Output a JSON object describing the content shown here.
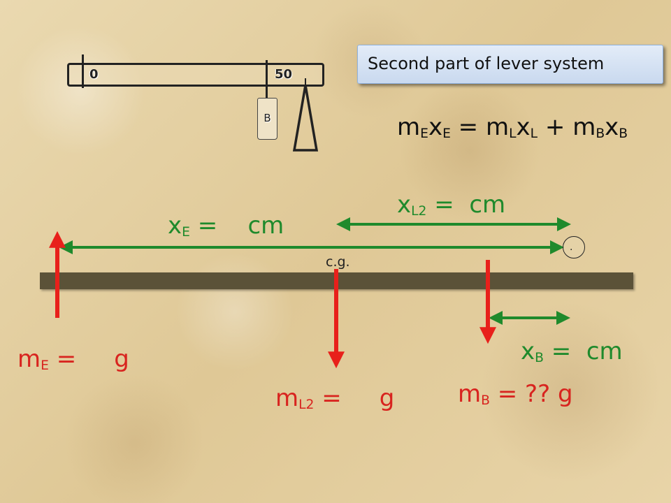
{
  "title": "Second part of lever system",
  "equation": {
    "me": "m",
    "me_sub": "E",
    "xe": "x",
    "xe_sub": "E",
    "eq": " = ",
    "ml": "m",
    "ml_sub": "L",
    "xl": "x",
    "xl_sub": "L",
    "plus": " + ",
    "mb": "m",
    "mb_sub": "B",
    "xb": "x",
    "xb_sub": "B"
  },
  "ruler": {
    "left_mark": "0",
    "right_mark": "50",
    "weight_label": "B"
  },
  "labels": {
    "xE": {
      "sym": "x",
      "sub": "E",
      "rest": " =    cm"
    },
    "xL2": {
      "sym": "x",
      "sub": "L2",
      "rest": " =  cm"
    },
    "xB": {
      "sym": "x",
      "sub": "B",
      "rest": " =  cm"
    },
    "mE": {
      "sym": "m",
      "sub": "E",
      "rest": " =     g"
    },
    "mL2": {
      "sym": "m",
      "sub": "L2",
      "rest": " =     g"
    },
    "mB": {
      "sym": "m",
      "sub": "B",
      "rest": " = ?? g"
    },
    "cg": "c.g.",
    "pivot_mark": "."
  },
  "colors": {
    "distance_arrow": "#1f8a2c",
    "force_arrow": "#e8201b",
    "beam": "#5b5238",
    "title_box": "#d2e0f3"
  },
  "icons": {
    "weight_cone": "triangle-weight-icon",
    "hanging_weight": "hanging-weight-b-icon"
  }
}
